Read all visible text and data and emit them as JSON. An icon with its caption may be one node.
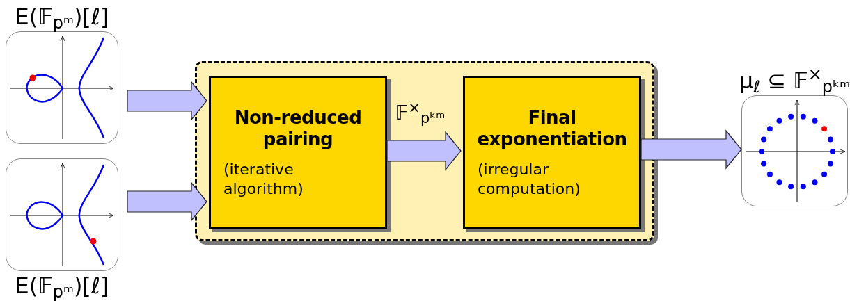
{
  "diagram": {
    "nodes": [
      {
        "text": [
          "E(𝔽$_{pᵐ}$)[ℓ]"
        ]
      },
      {
        "text": [
          "E(𝔽$_{pᵐ}$)[ℓ]"
        ]
      },
      {
        "text": [],
        "shape": "box"
      },
      {
        "text": [
          "Non-reduced pairing",
          "(iterative algorithm)"
        ],
        "in": 2
      },
      {
        "text": [
          "Final exponentiation",
          "(irregular computation)"
        ],
        "in": 2
      },
      {
        "text": [
          "μ$_{ℓ}$ ⊆ 𝔽$^{×}$$_{pᵏᵐ}$"
        ]
      }
    ],
    "edges": [
      {
        "from": 0,
        "to": 3,
        "arrow": "to"
      },
      {
        "from": 1,
        "to": 3,
        "arrow": "to"
      },
      {
        "from": 3,
        "to": 4,
        "arrow": "to",
        "label": "𝔽$^{×}$$_{pᵏᵐ}$"
      },
      {
        "from": 4,
        "to": 5,
        "arrow": "to"
      }
    ]
  }
}
